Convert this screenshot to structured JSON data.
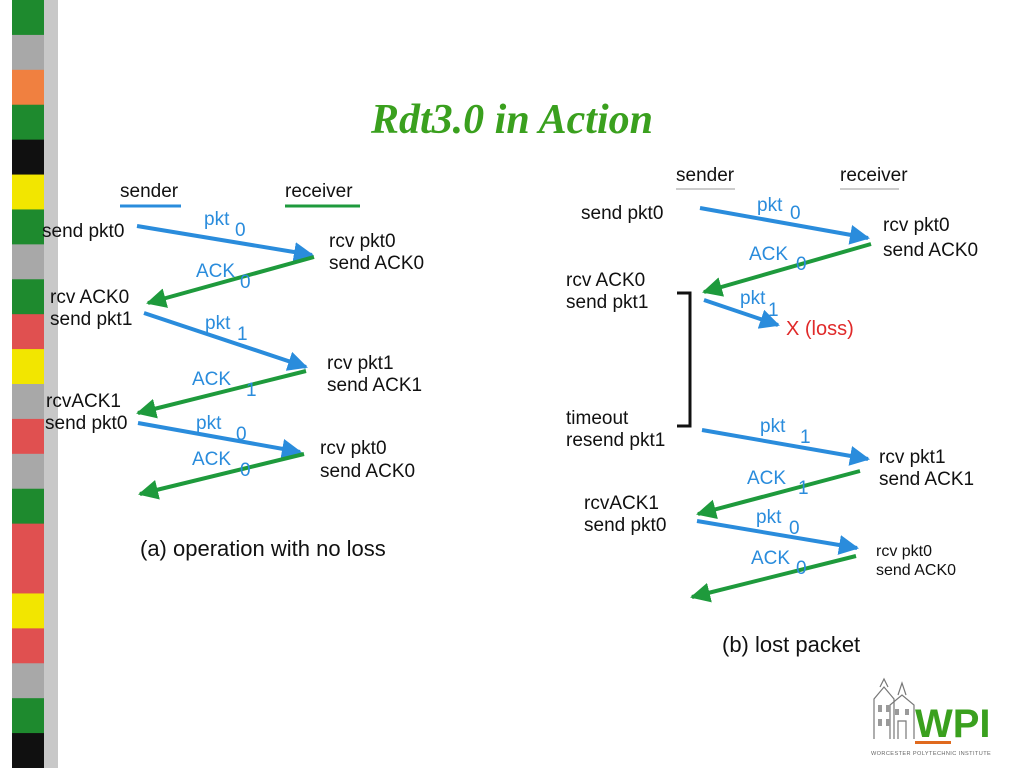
{
  "title": "Rdt3.0 in Action",
  "colors": {
    "title": "#3aa01e",
    "packet_arrow": "#2a8cdc",
    "ack_arrow": "#1e9a3c",
    "loss": "#e02a2a",
    "text": "#111111"
  },
  "sidebar_strip": {
    "colors": [
      "#1e8a2e",
      "#a8a8a8",
      "#f08040",
      "#1e8a2e",
      "#101010",
      "#f2e600",
      "#1e8a2e",
      "#a8a8a8",
      "#1e8a2e",
      "#e05050",
      "#f2e600",
      "#a8a8a8",
      "#e05050",
      "#a8a8a8",
      "#1e8a2e",
      "#e05050",
      "#e05050",
      "#f2e600",
      "#e05050",
      "#a8a8a8",
      "#1e8a2e",
      "#101010"
    ]
  },
  "diagram_a": {
    "sender_header": "sender",
    "receiver_header": "receiver",
    "caption": "(a) operation with no loss",
    "sender_labels": [
      "send pkt0",
      "rcv ACK0",
      "send pkt1",
      "rcvACK1",
      "send pkt0"
    ],
    "receiver_labels": [
      "rcv pkt0",
      "send ACK0",
      "rcv pkt1",
      "send ACK1",
      "rcv pkt0",
      "send ACK0"
    ],
    "messages": [
      {
        "type": "pkt",
        "label": "pkt",
        "num": "0"
      },
      {
        "type": "ack",
        "label": "ACK",
        "num": "0"
      },
      {
        "type": "pkt",
        "label": "pkt",
        "num": "1"
      },
      {
        "type": "ack",
        "label": "ACK",
        "num": "1"
      },
      {
        "type": "pkt",
        "label": "pkt",
        "num": "0"
      },
      {
        "type": "ack",
        "label": "ACK",
        "num": "0"
      }
    ]
  },
  "diagram_b": {
    "sender_header": "sender",
    "receiver_header": "receiver",
    "caption": "(b) lost packet",
    "loss_label": "X (loss)",
    "sender_labels": [
      "send pkt0",
      "rcv ACK0",
      "send pkt1",
      "timeout",
      "resend pkt1",
      "rcvACK1",
      "send pkt0"
    ],
    "receiver_labels": [
      "rcv pkt0",
      "send ACK0",
      "rcv pkt1",
      "send ACK1",
      "rcv pkt0",
      "send ACK0"
    ],
    "messages": [
      {
        "type": "pkt",
        "label": "pkt",
        "num": "0"
      },
      {
        "type": "ack",
        "label": "ACK",
        "num": "0"
      },
      {
        "type": "pkt",
        "label": "pkt",
        "num": "1"
      },
      {
        "type": "pkt",
        "label": "pkt",
        "num": "1"
      },
      {
        "type": "ack",
        "label": "ACK",
        "num": "1"
      },
      {
        "type": "pkt",
        "label": "pkt",
        "num": "0"
      },
      {
        "type": "ack",
        "label": "ACK",
        "num": "0"
      }
    ]
  },
  "logo": {
    "text": "WPI",
    "subtext": "WORCESTER POLYTECHNIC INSTITUTE"
  }
}
